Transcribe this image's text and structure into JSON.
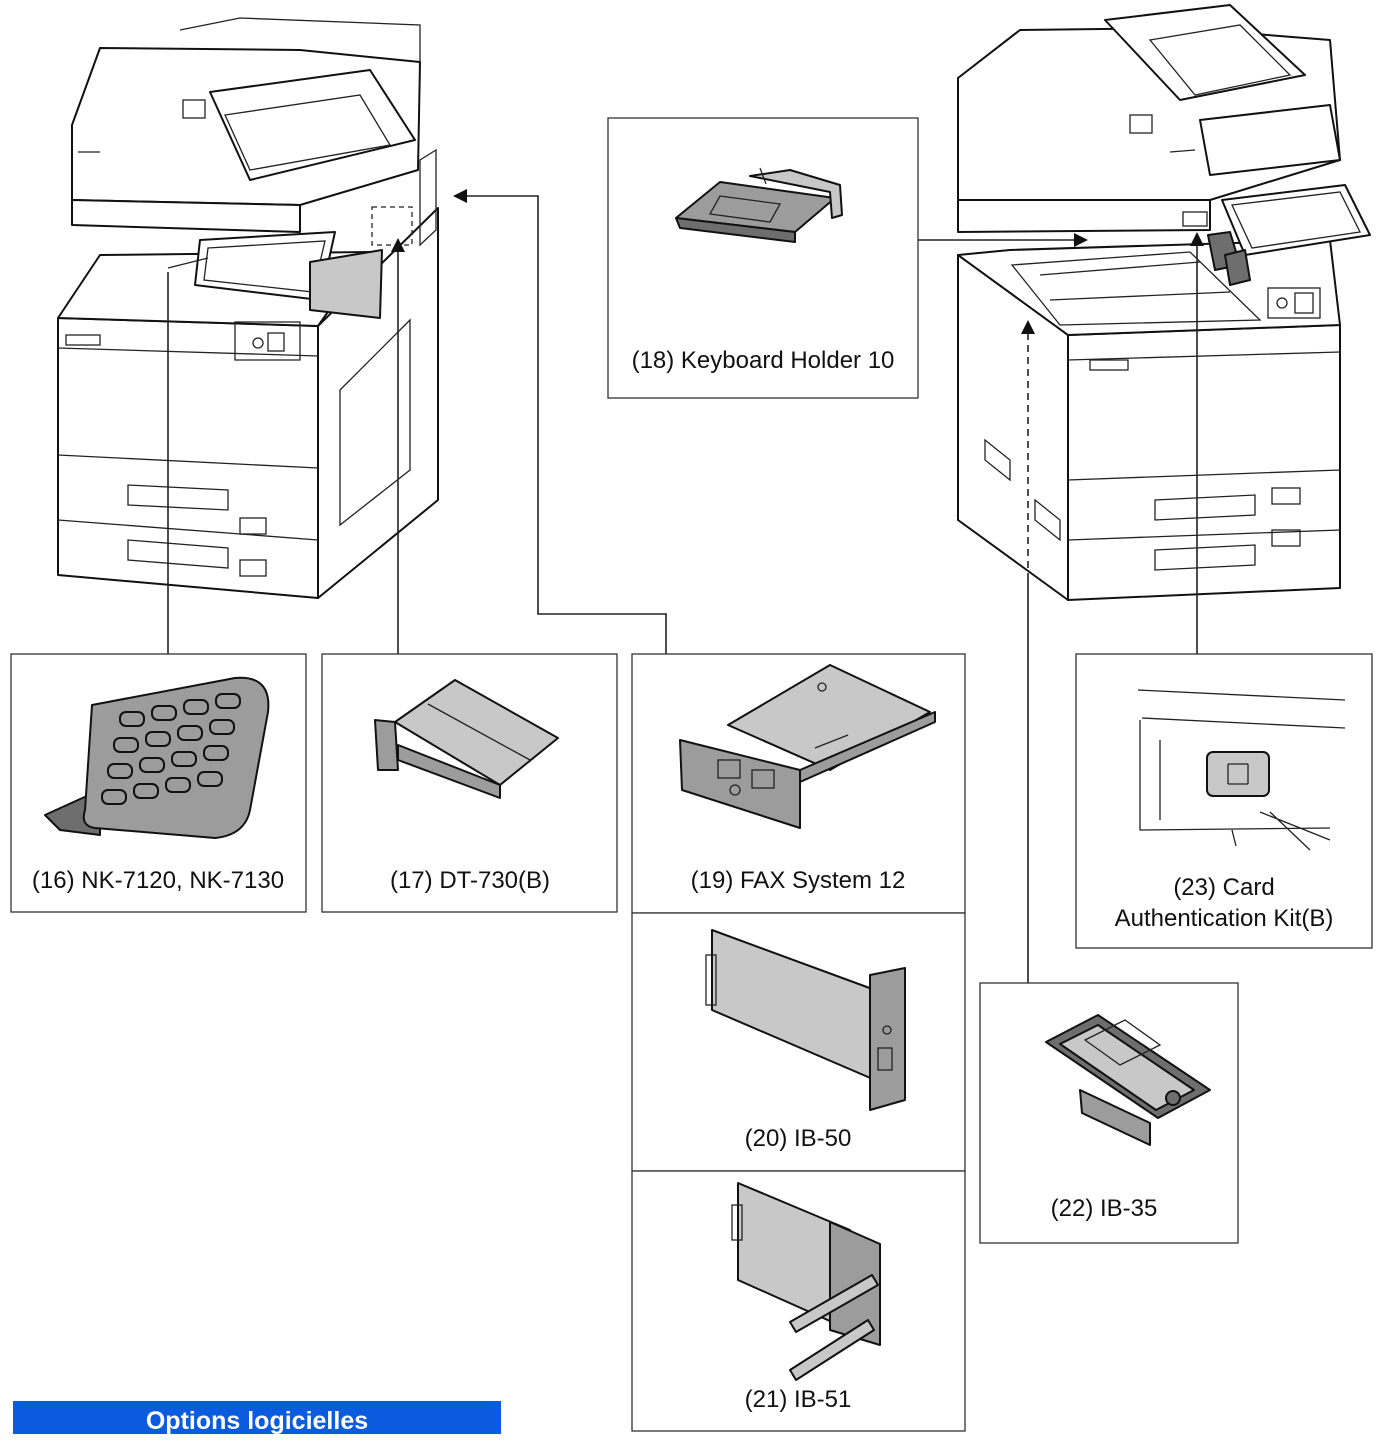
{
  "options": [
    {
      "id": "16",
      "label": "(16) NK-7120, NK-7130",
      "icon": "numeric-keypad-icon"
    },
    {
      "id": "17",
      "label": "(17) DT-730(B)",
      "icon": "document-tray-icon"
    },
    {
      "id": "18",
      "label": "(18) Keyboard Holder 10",
      "icon": "keyboard-holder-icon"
    },
    {
      "id": "19",
      "label": "(19) FAX System 12",
      "icon": "fax-board-icon"
    },
    {
      "id": "20",
      "label": "(20) IB-50",
      "icon": "network-card-icon"
    },
    {
      "id": "21",
      "label": "(21) IB-51",
      "icon": "wireless-card-icon"
    },
    {
      "id": "22",
      "label": "(22) IB-35",
      "icon": "wireless-module-icon"
    },
    {
      "id": "23",
      "label_line1": "(23) Card",
      "label_line2": "Authentication Kit(B)",
      "icon": "card-reader-icon"
    }
  ],
  "banner": {
    "label": "Options logicielles",
    "color": "#0a5bde"
  }
}
